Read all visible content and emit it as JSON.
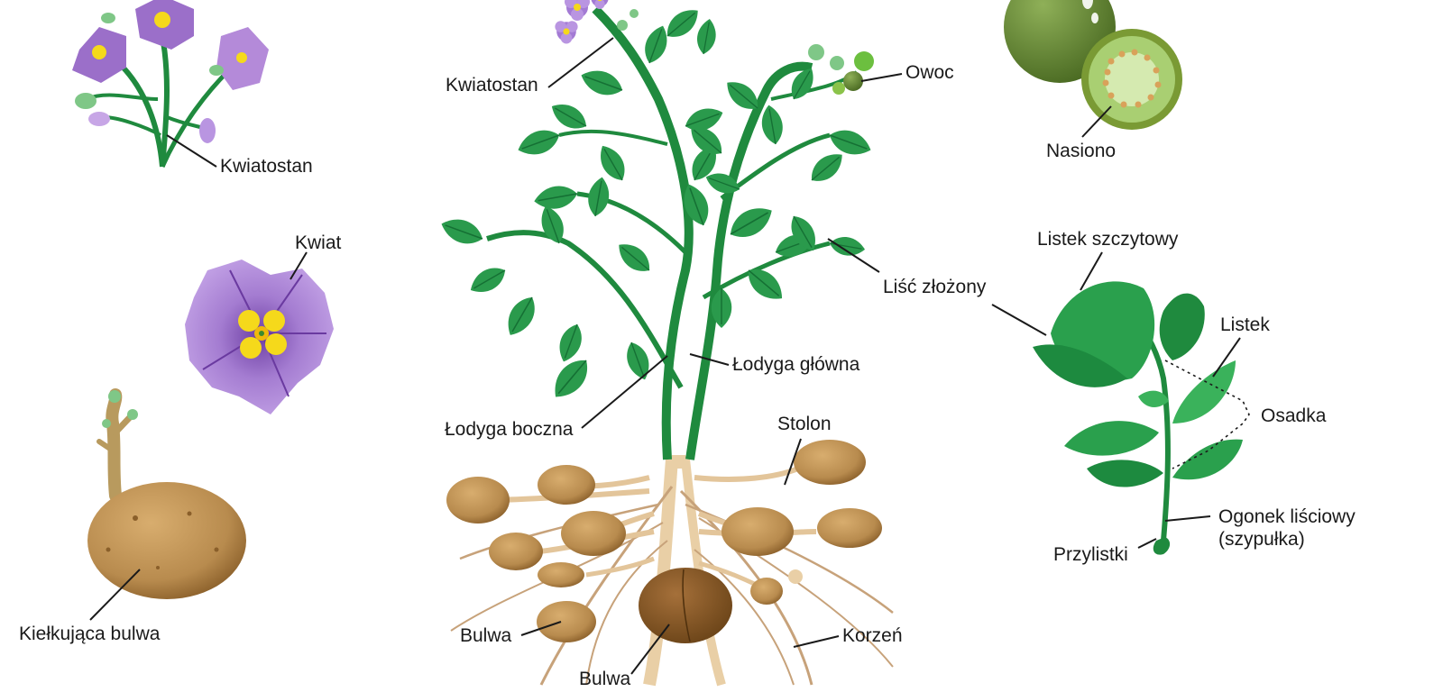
{
  "colors": {
    "leaf_dark": "#1a7f3c",
    "leaf_mid": "#2fa052",
    "leaf_light": "#5cc46e",
    "stem": "#1f8a3e",
    "flower": "#9b6fc9",
    "flower_light": "#c7a6e6",
    "flower_center": "#f5d91b",
    "tuber": "#b88b4e",
    "tuber_dark": "#8a5f2a",
    "root": "#c7a27a",
    "fruit": "#6b8e3a",
    "fruit_inside": "#b9dc8c",
    "seed": "#d9a25a",
    "leader": "#1a1a1a"
  },
  "labels": {
    "inflorescence_left": "Kwiatostan",
    "flower": "Kwiat",
    "sprouting_tuber": "Kiełkująca bulwa",
    "inflorescence_center": "Kwiatostan",
    "fruit": "Owoc",
    "compound_leaf": "Liść złożony",
    "main_stem": "Łodyga główna",
    "side_stem": "Łodyga boczna",
    "stolon": "Stolon",
    "tuber": "Bulwa",
    "root": "Korzeń",
    "mother_tuber": "Bulwa",
    "seed": "Nasiono",
    "terminal_leaflet": "Listek szczytowy",
    "leaflet": "Listek",
    "rachis": "Osadka",
    "petiole": "Ogonek liściowy\n(szypułka)",
    "stipules": "Przylistki"
  }
}
